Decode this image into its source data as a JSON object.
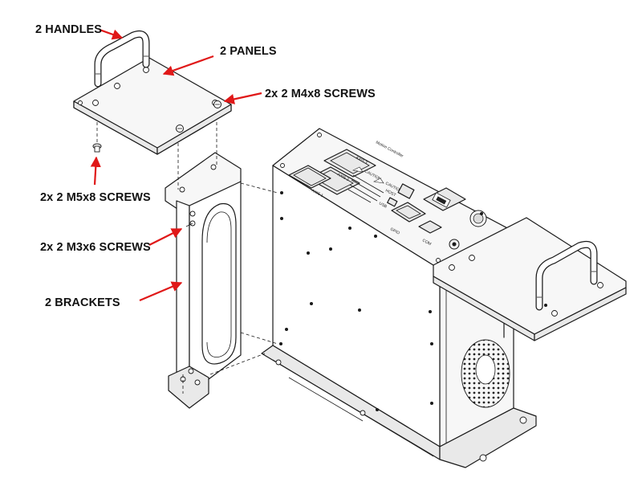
{
  "labels": {
    "handles": "2 HANDLES",
    "panels": "2 PANELS",
    "m4x8": "2x 2 M4x8 SCREWS",
    "m5x8": "2x 2 M5x8 SCREWS",
    "m3x6": "2x 2 M3x6 SCREWS",
    "brackets": "2 BRACKETS"
  },
  "device": {
    "caution_1": "CAUTION",
    "caution_2": "CAUTION",
    "axis_1": "AXIS 1",
    "axis_2": "AXIS 2",
    "axis_3": "AXIS 3",
    "gpio": "GPIO",
    "com": "COM",
    "host": "HOST",
    "usb": "USB",
    "brand": "Motion Controller"
  },
  "colors": {
    "arrow": "#e01818",
    "line": "#1a1a1a",
    "background": "#ffffff"
  }
}
